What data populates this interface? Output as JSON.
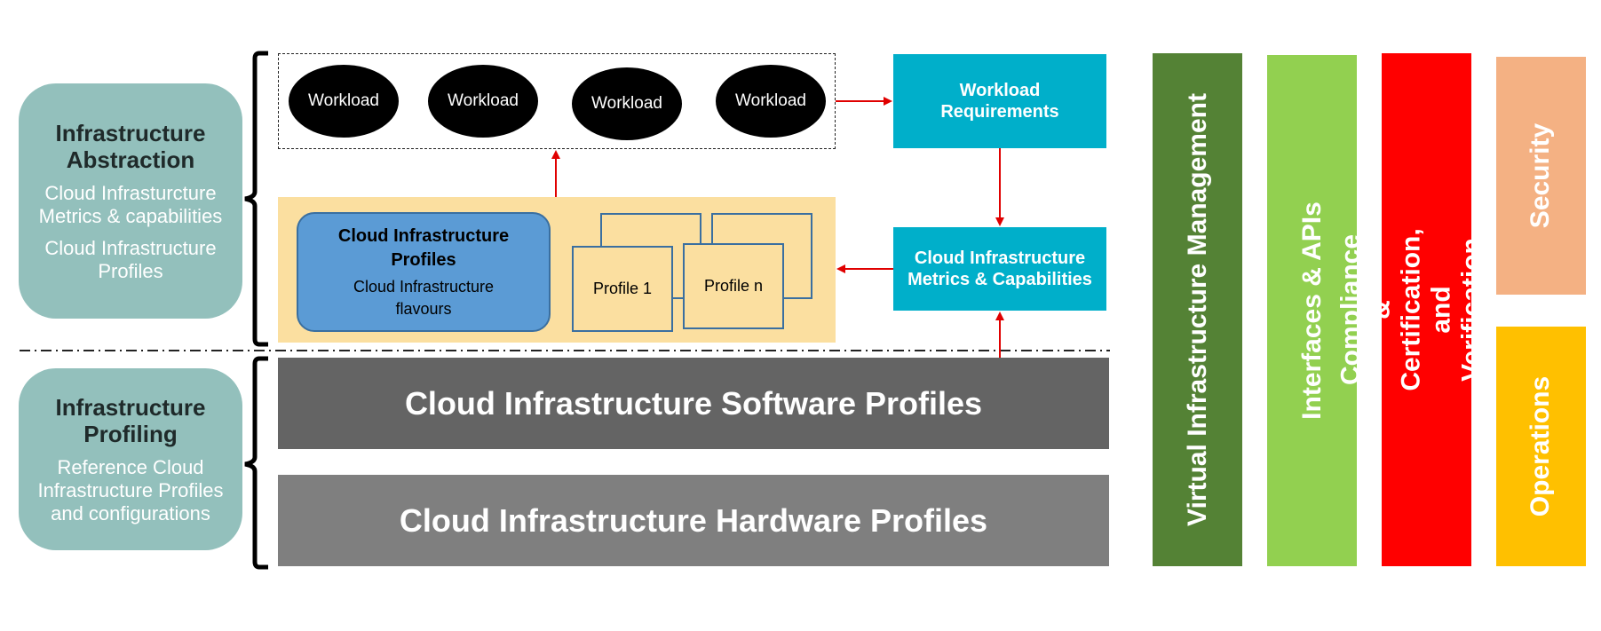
{
  "left": {
    "abstraction": {
      "title": "Infrastructure Abstraction",
      "line1": "Cloud Infrasturcture Metrics & capabilities",
      "line2": "Cloud Infrastructure Profiles"
    },
    "profiling": {
      "title": "Infrastructure Profiling",
      "line1": "Reference Cloud Infrastructure Profiles and configurations"
    }
  },
  "workloads": [
    "Workload",
    "Workload",
    "Workload",
    "Workload"
  ],
  "workload_requirements": "Workload Requirements",
  "metrics_capabilities": "Cloud Infrastructure Metrics & Capabilities",
  "ci_profiles": {
    "title": "Cloud Infrastructure Profiles",
    "subtitle": "Cloud Infrastructure flavours"
  },
  "profile_cards": [
    "Profile 1",
    "Profile n"
  ],
  "layers": {
    "software": "Cloud Infrastructure Software Profiles",
    "hardware": "Cloud Infrastructure Hardware Profiles"
  },
  "pillars": [
    {
      "label": "Virtual Infrastructure Management",
      "color": "#548235"
    },
    {
      "label": "Interfaces & APIs",
      "color": "#92d050"
    },
    {
      "label": "Compliance & Certification, and Verification Guidelines",
      "color": "#ff0000"
    },
    {
      "label": "Security",
      "color": "#f4b183"
    },
    {
      "label": "Operations",
      "color": "#ffc000"
    }
  ],
  "colors": {
    "arrow": "#e00000",
    "teal": "#00afca",
    "software_layer": "#646464",
    "hardware_layer": "#7f7f7f"
  }
}
